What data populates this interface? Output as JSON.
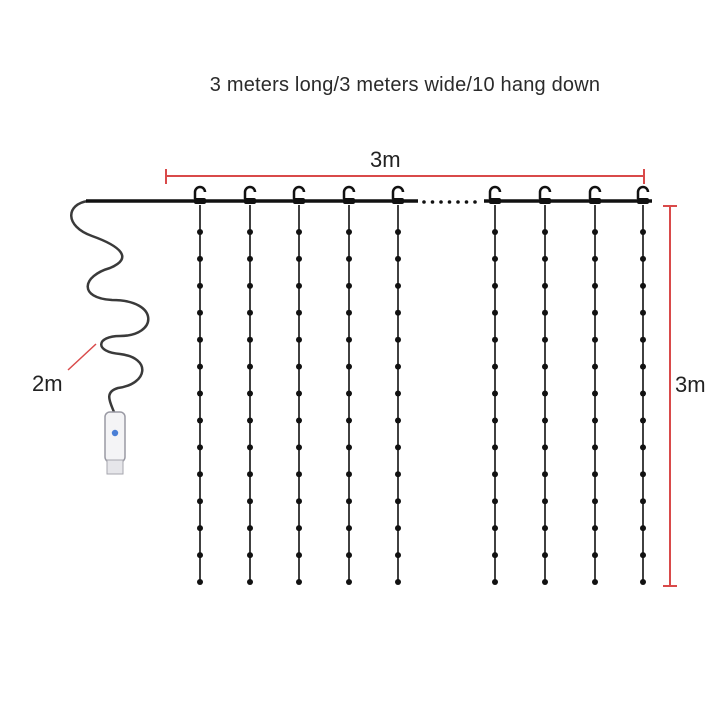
{
  "caption": "3 meters long/3 meters wide/10 hang down",
  "dimensions": {
    "width_label": "3m",
    "height_label": "3m",
    "cable_label": "2m"
  },
  "colors": {
    "dimension_line": "#d94a4a",
    "wire": "#111111",
    "cable": "#3a3a3a",
    "text": "#2b2b2b"
  },
  "icons": {
    "hook": "hook-icon",
    "usb_plug": "usb-plug-icon",
    "remote_button": "button-icon"
  },
  "strands": {
    "visible_count": 9,
    "total": 10,
    "bulbs_per_strand": 14
  }
}
